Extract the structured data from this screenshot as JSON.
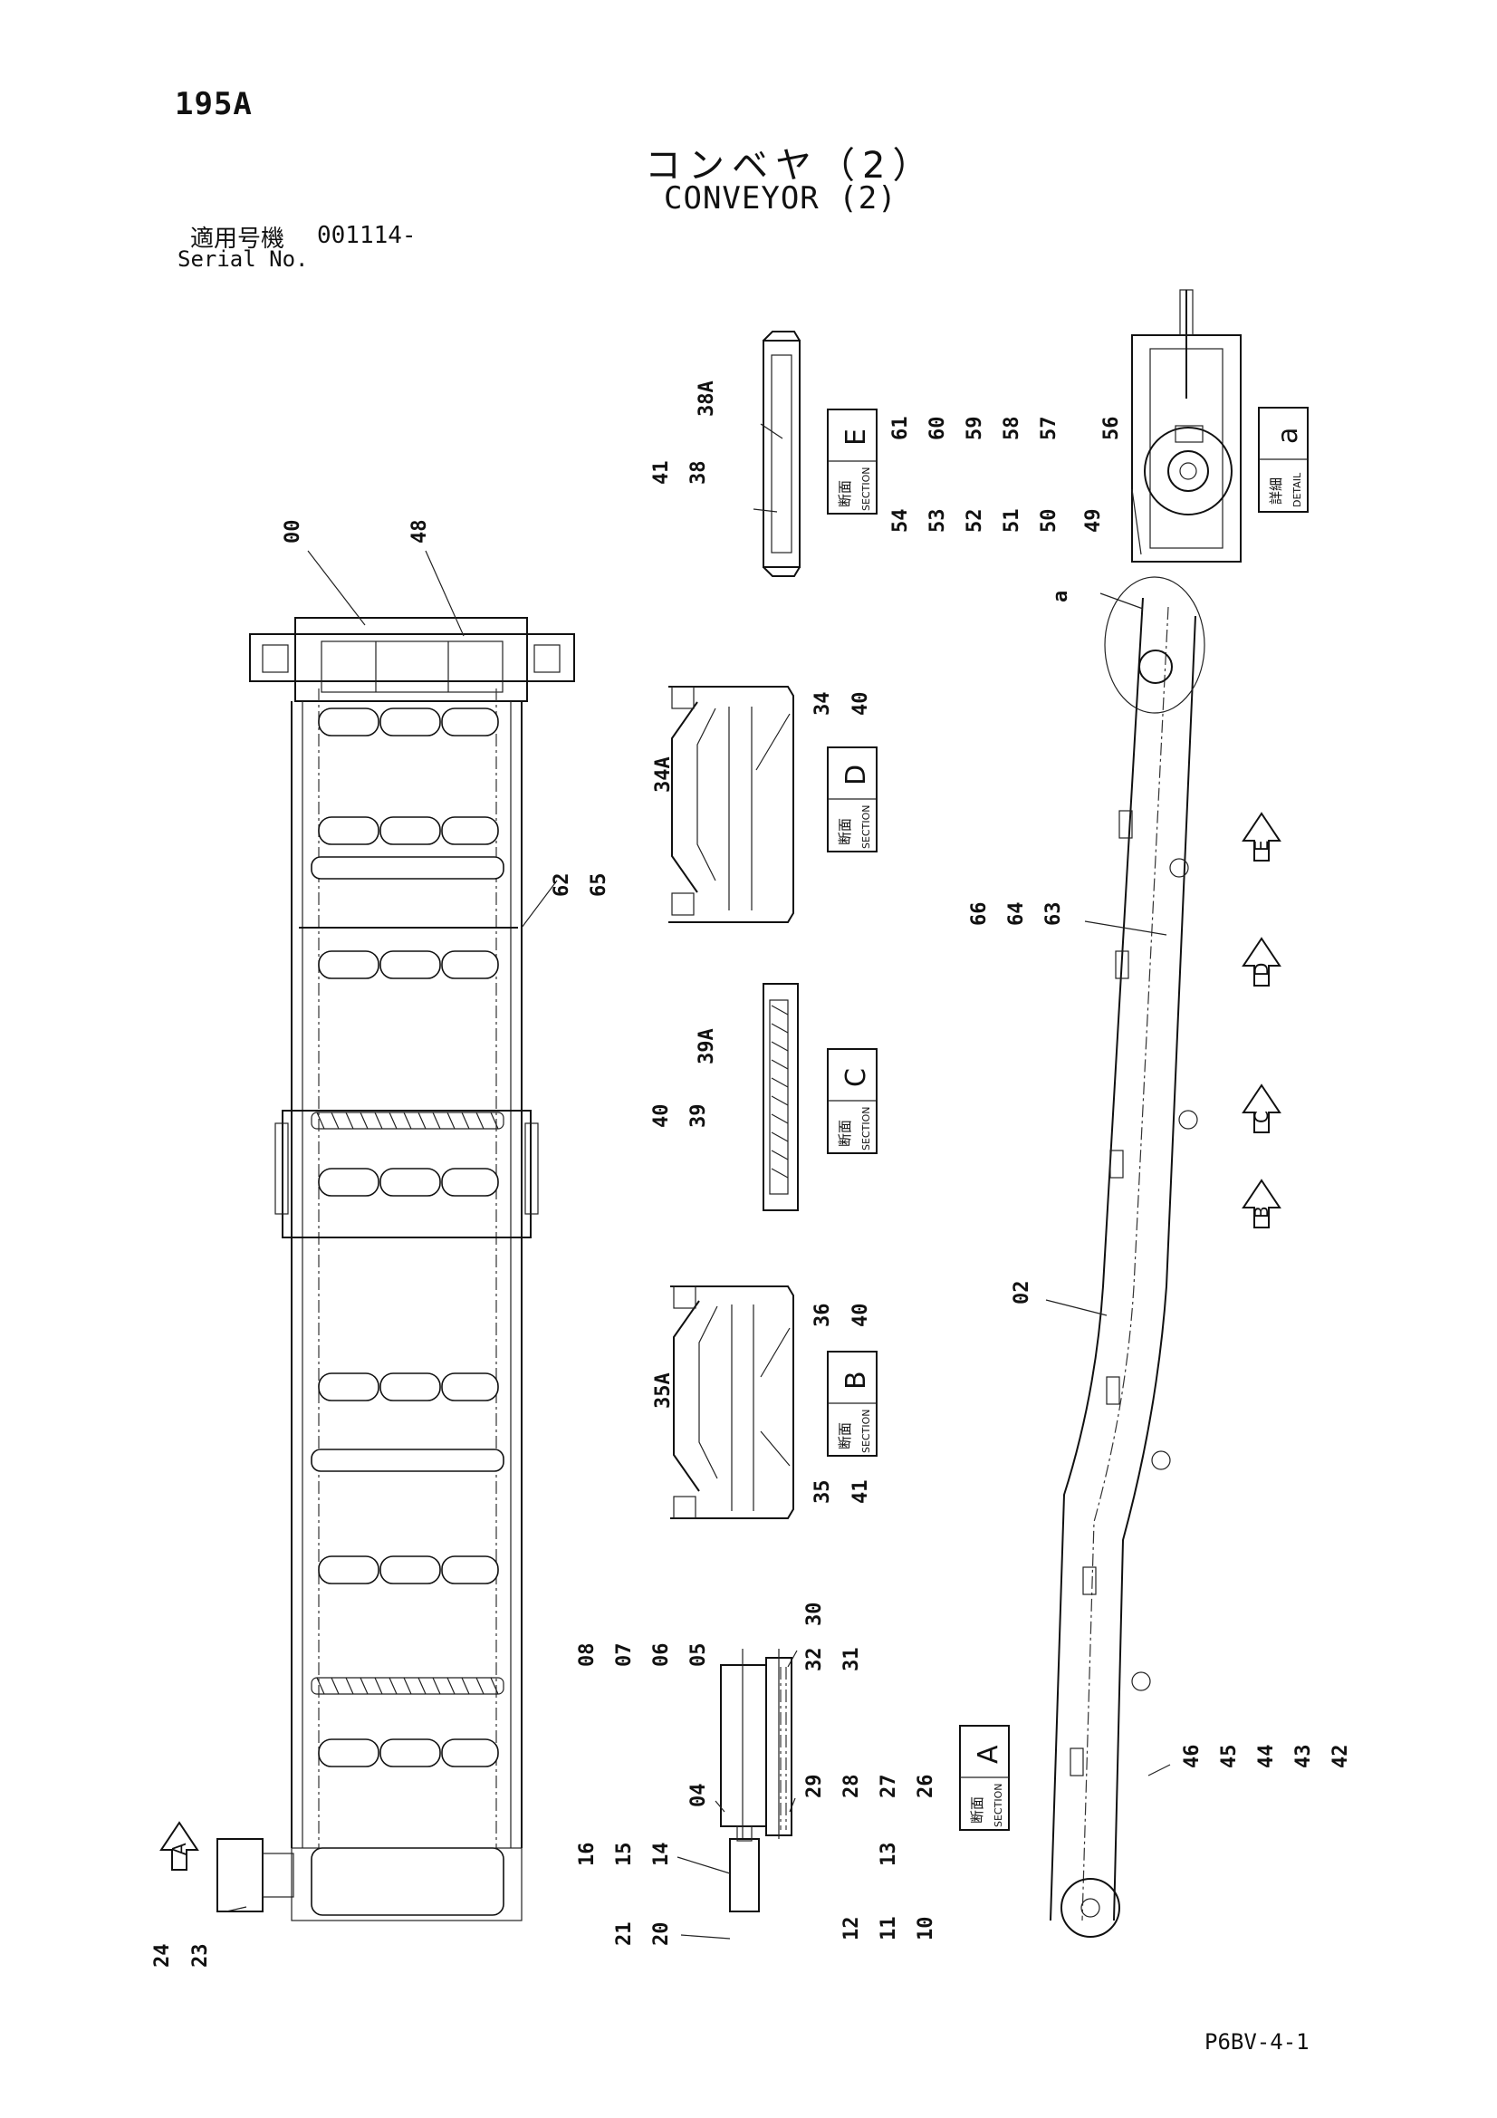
{
  "page_number": "195A",
  "title_jp": "コンベヤ（2）",
  "title_en": "CONVEYOR (2)",
  "serial": {
    "label_jp": "適用号機",
    "label_en": "Serial No.",
    "value": "001114-"
  },
  "document_code": "P6BV-4-1",
  "section_words": {
    "jp": "断面",
    "en": "SECTION"
  },
  "detail_words": {
    "jp": "詳細",
    "en": "DETAIL"
  },
  "sections": [
    {
      "id": "E",
      "labels": [
        "41",
        "38",
        "38A"
      ]
    },
    {
      "id": "D",
      "labels": [
        "34A",
        "34",
        "40"
      ]
    },
    {
      "id": "C",
      "labels": [
        "40",
        "39",
        "39A"
      ]
    },
    {
      "id": "B",
      "labels": [
        "35A",
        "36",
        "40",
        "35",
        "41"
      ]
    },
    {
      "id": "A",
      "labels": [
        "08",
        "07",
        "06",
        "05",
        "30",
        "32",
        "31",
        "04",
        "29",
        "28",
        "27",
        "26",
        "16",
        "15",
        "14",
        "13",
        "21",
        "20",
        "12",
        "11",
        "10"
      ]
    }
  ],
  "detail": {
    "id": "a",
    "labels": [
      "54",
      "53",
      "52",
      "51",
      "50",
      "49",
      "61",
      "60",
      "59",
      "58",
      "57",
      "56"
    ]
  },
  "plan_view_labels": [
    "00",
    "48",
    "62",
    "65",
    "24",
    "23"
  ],
  "side_view_labels": [
    "a",
    "66",
    "64",
    "63",
    "02",
    "46",
    "45",
    "44",
    "43",
    "42"
  ],
  "arrow_markers": [
    "E",
    "D",
    "C",
    "B",
    "A"
  ]
}
